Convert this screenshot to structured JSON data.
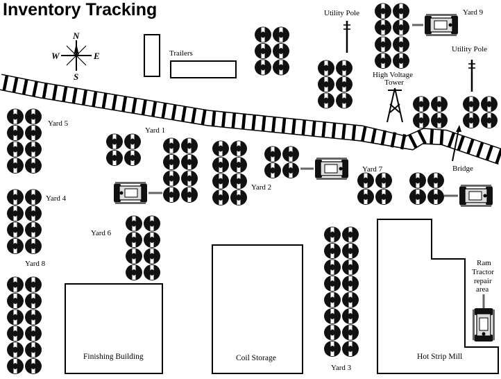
{
  "title": "Inventory Tracking",
  "compass": {
    "n": "N",
    "s": "S",
    "e": "E",
    "w": "W"
  },
  "labels": {
    "trailers": "Trailers",
    "utility_pole_1": "Utility Pole",
    "utility_pole_2": "Utility Pole",
    "hv_tower_1": "High Voltage",
    "hv_tower_2": "Tower",
    "bridge": "Bridge",
    "ram_1": "Ram",
    "ram_2": "Tractor",
    "ram_3": "repair",
    "ram_4": "area"
  },
  "yards": {
    "yard1": "Yard 1",
    "yard2": "Yard 2",
    "yard3": "Yard 3",
    "yard4": "Yard 4",
    "yard5": "Yard 5",
    "yard6": "Yard 6",
    "yard7": "Yard 7",
    "yard8": "Yard 8",
    "yard9": "Yard  9"
  },
  "buildings": {
    "finishing": "Finishing Building",
    "coil_storage": "Coil Storage",
    "hot_strip_mill": "Hot Strip Mill"
  }
}
